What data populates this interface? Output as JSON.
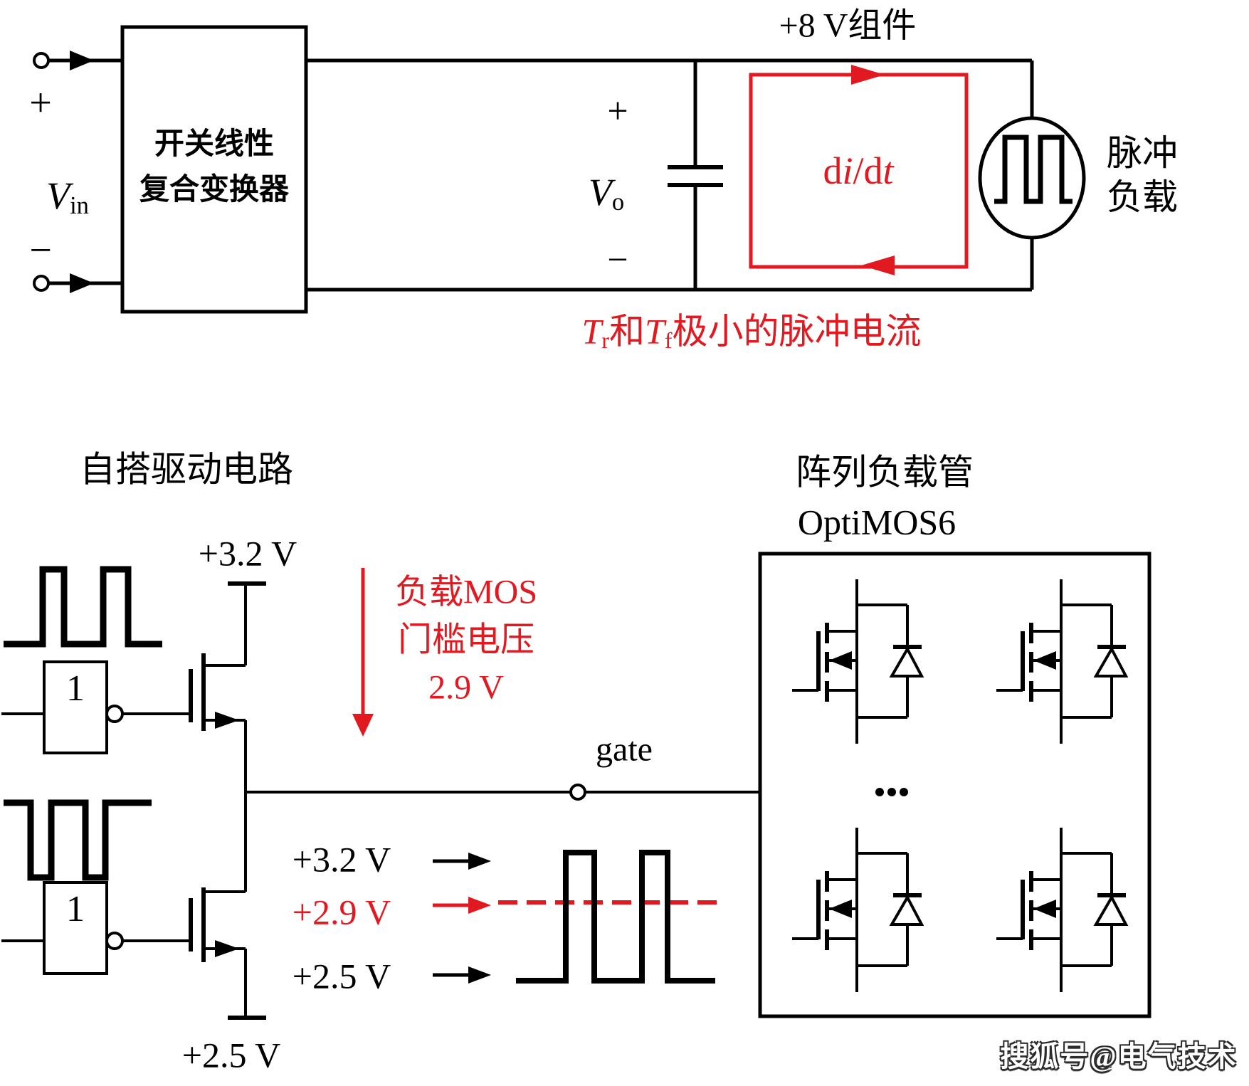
{
  "colors": {
    "red": "#e01a20",
    "black": "#000000"
  },
  "top": {
    "module_label": "+8 V组件",
    "vin": {
      "plus": "+",
      "v": "V",
      "sub": "in",
      "minus": "−"
    },
    "converter_box": {
      "line1": "开关线性",
      "line2": "复合变换器"
    },
    "vo": {
      "plus": "+",
      "v": "V",
      "sub": "o",
      "minus": "−"
    },
    "didt": {
      "d1": "d",
      "i": "i",
      "slash": "/",
      "d2": "d",
      "t": "t"
    },
    "pulse_load": {
      "line1": "脉冲",
      "line2": "负载"
    },
    "caption": {
      "t1": "T",
      "s1": "r",
      "and": "和",
      "t2": "T",
      "s2": "f",
      "rest": "极小的脉冲电流"
    }
  },
  "driver": {
    "title": "自搭驱动电路",
    "supply_top": "+3.2 V",
    "supply_bottom": "+2.5 V",
    "inv1_label": "1",
    "inv2_label": "1",
    "gate_label": "gate",
    "threshold_note": {
      "line1": "负载MOS",
      "line2": "门槛电压",
      "line3": "2.9 V"
    },
    "levels": {
      "high": "+3.2 V",
      "mid": "+2.9 V",
      "low": "+2.5 V"
    }
  },
  "array": {
    "title_line1": "阵列负载管",
    "title_line2": "OptiMOS6"
  },
  "watermark": "搜狐号@电气技术"
}
